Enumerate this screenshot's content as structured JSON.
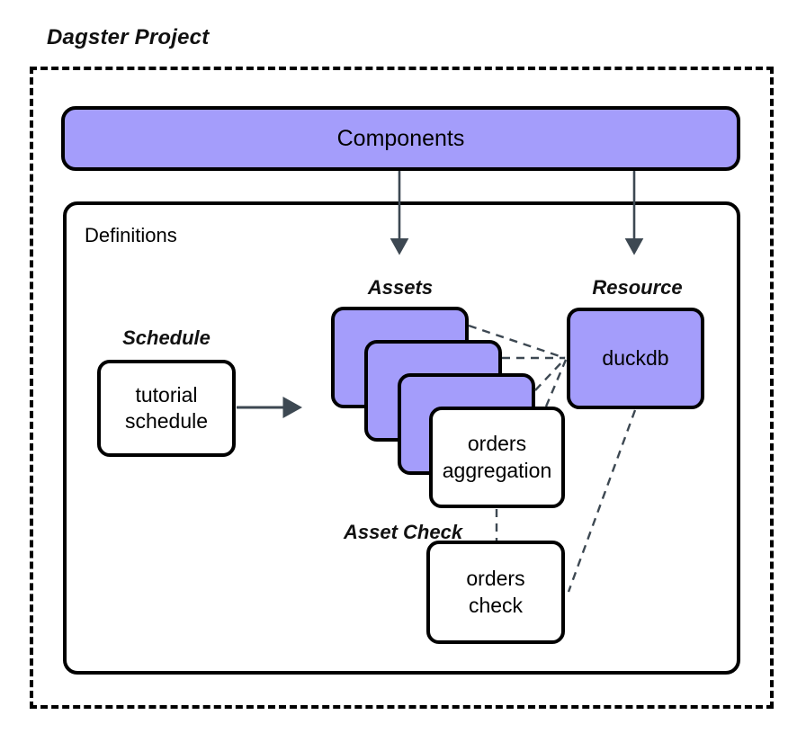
{
  "diagram": {
    "title": "Dagster Project",
    "type": "architecture-diagram",
    "colors": {
      "node_fill_accent": "#a49dfb",
      "node_fill_plain": "#ffffff",
      "node_stroke": "#000000",
      "arrow": "#3d4852",
      "dashed_edge": "#3d4852",
      "frame_dashed": "#000000",
      "background": "#ffffff"
    }
  },
  "project_frame": {
    "label": "Dagster Project",
    "border_style": "dashed"
  },
  "components": {
    "label": "Components",
    "fill": "#a49dfb"
  },
  "definitions": {
    "label": "Definitions",
    "fill": "#ffffff"
  },
  "captions": {
    "assets": "Assets",
    "resource": "Resource",
    "schedule": "Schedule",
    "asset_check_line1": "Asset",
    "asset_check_line2": "Check"
  },
  "nodes": {
    "schedule": {
      "line1": "tutorial",
      "line2": "schedule",
      "fill": "#ffffff"
    },
    "asset_stack": [
      {
        "label": "",
        "fill": "#a49dfb"
      },
      {
        "label": "",
        "fill": "#a49dfb"
      },
      {
        "label": "",
        "fill": "#a49dfb"
      }
    ],
    "orders_aggregation": {
      "line1": "orders",
      "line2": "aggregation",
      "fill": "#ffffff"
    },
    "duckdb": {
      "label": "duckdb",
      "fill": "#a49dfb"
    },
    "orders_check": {
      "line1": "orders",
      "line2": "check",
      "fill": "#ffffff"
    }
  },
  "edges": [
    {
      "from": "components",
      "to": "assets",
      "style": "solid-arrow"
    },
    {
      "from": "components",
      "to": "resource",
      "style": "solid-arrow"
    },
    {
      "from": "tutorial schedule",
      "to": "assets",
      "style": "solid-arrow"
    },
    {
      "from": "asset-1",
      "to": "duckdb",
      "style": "dashed"
    },
    {
      "from": "asset-2",
      "to": "duckdb",
      "style": "dashed"
    },
    {
      "from": "asset-3",
      "to": "duckdb",
      "style": "dashed"
    },
    {
      "from": "orders aggregation",
      "to": "duckdb",
      "style": "dashed"
    },
    {
      "from": "orders aggregation",
      "to": "orders check",
      "style": "dashed"
    },
    {
      "from": "duckdb",
      "to": "orders check",
      "style": "dashed"
    }
  ]
}
